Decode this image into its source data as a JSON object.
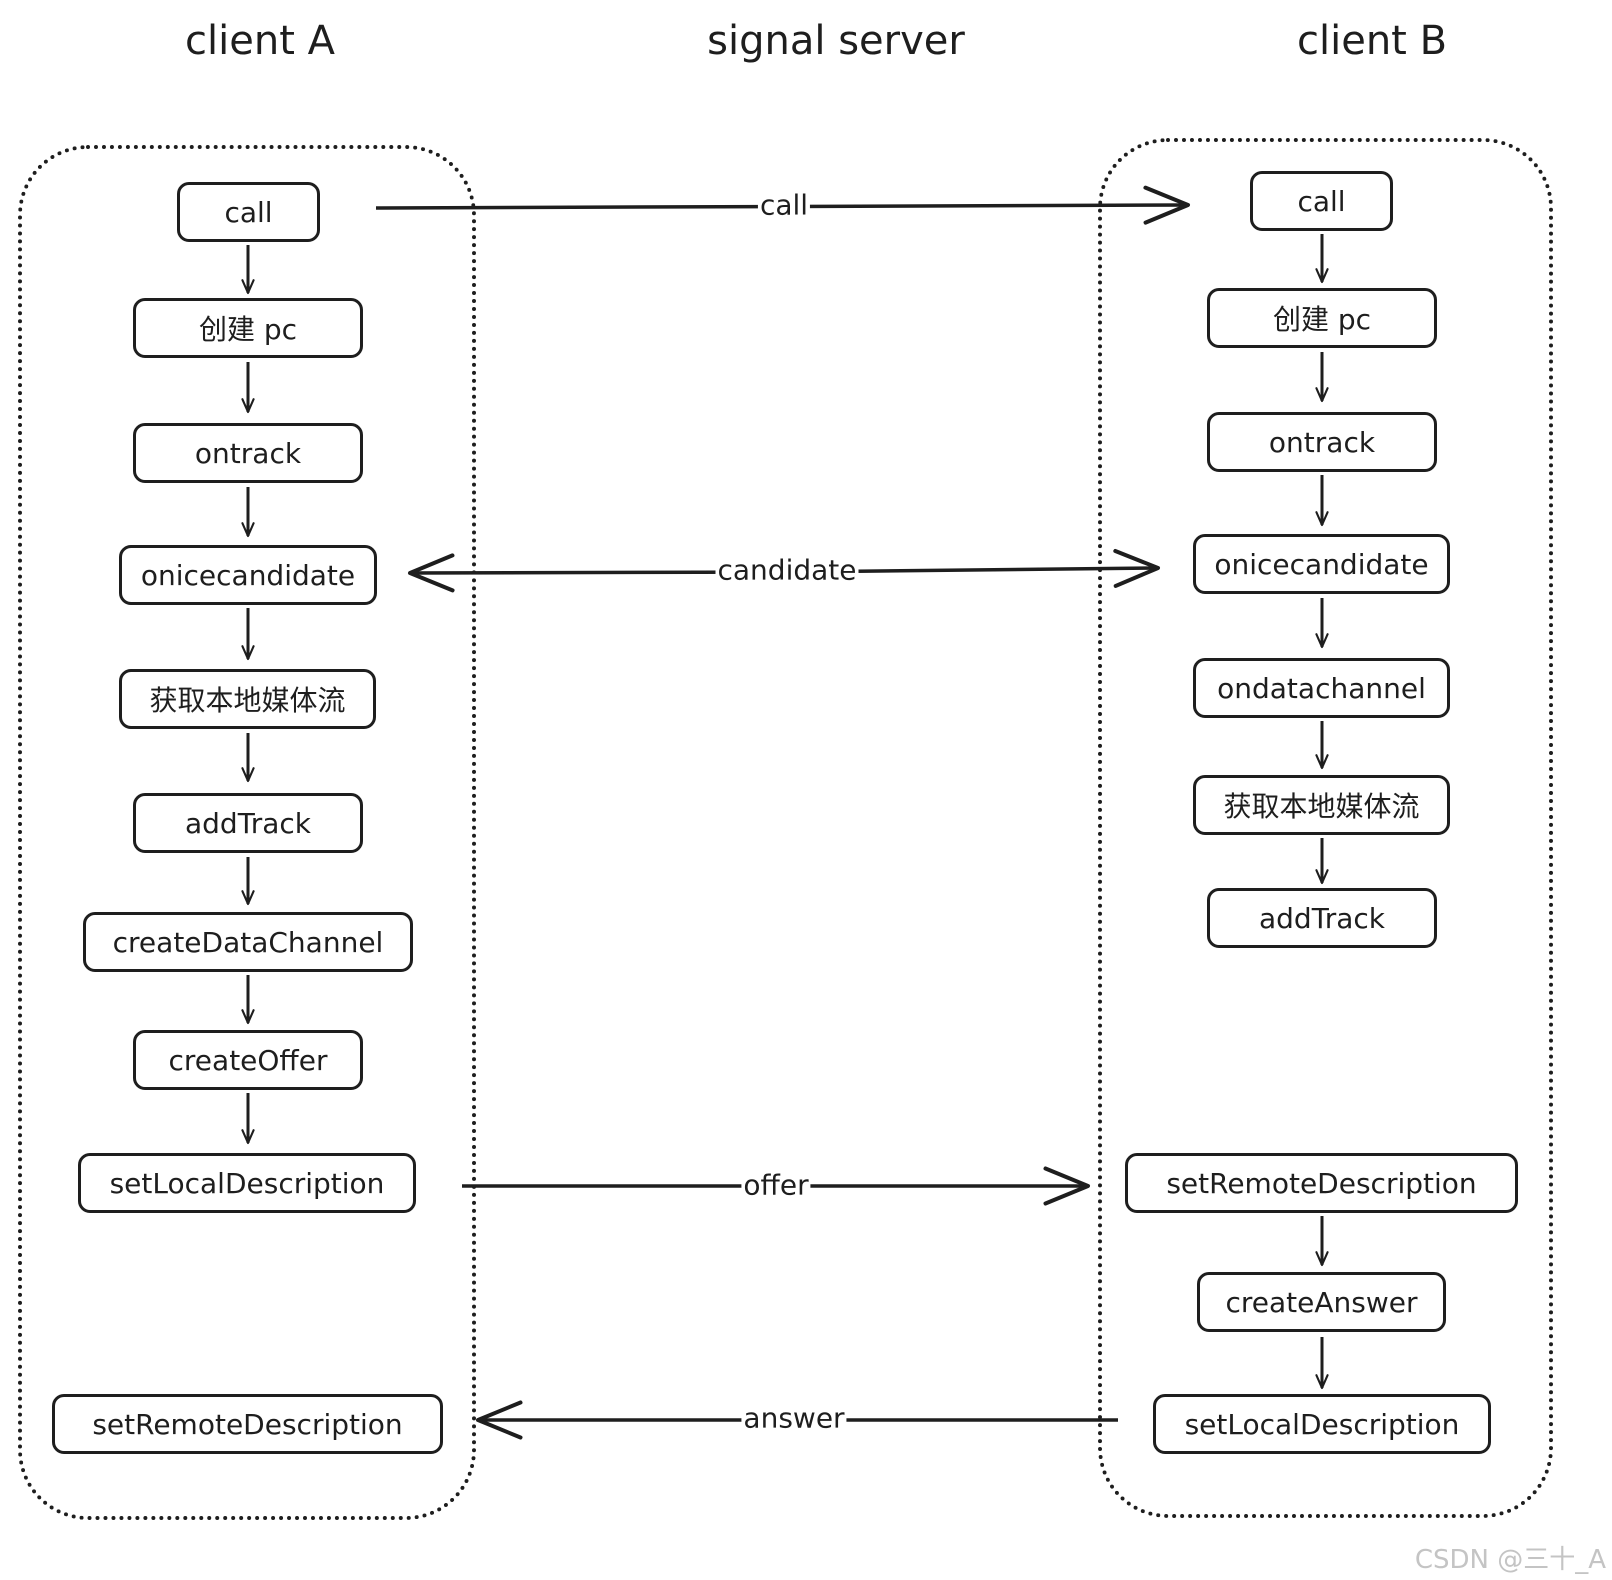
{
  "columns": {
    "client_a": "client A",
    "signal_server": "signal server",
    "client_b": "client B"
  },
  "client_a_steps": [
    "call",
    "创建 pc",
    "ontrack",
    "onicecandidate",
    "获取本地媒体流",
    "addTrack",
    "createDataChannel",
    "createOffer",
    "setLocalDescription",
    "setRemoteDescription"
  ],
  "client_b_steps": [
    "call",
    "创建 pc",
    "ontrack",
    "onicecandidate",
    "ondatachannel",
    "获取本地媒体流",
    "addTrack",
    "setRemoteDescription",
    "createAnswer",
    "setLocalDescription"
  ],
  "messages": {
    "call": "call",
    "candidate": "candidate",
    "offer": "offer",
    "answer": "answer"
  },
  "watermark": "CSDN @三十_A"
}
